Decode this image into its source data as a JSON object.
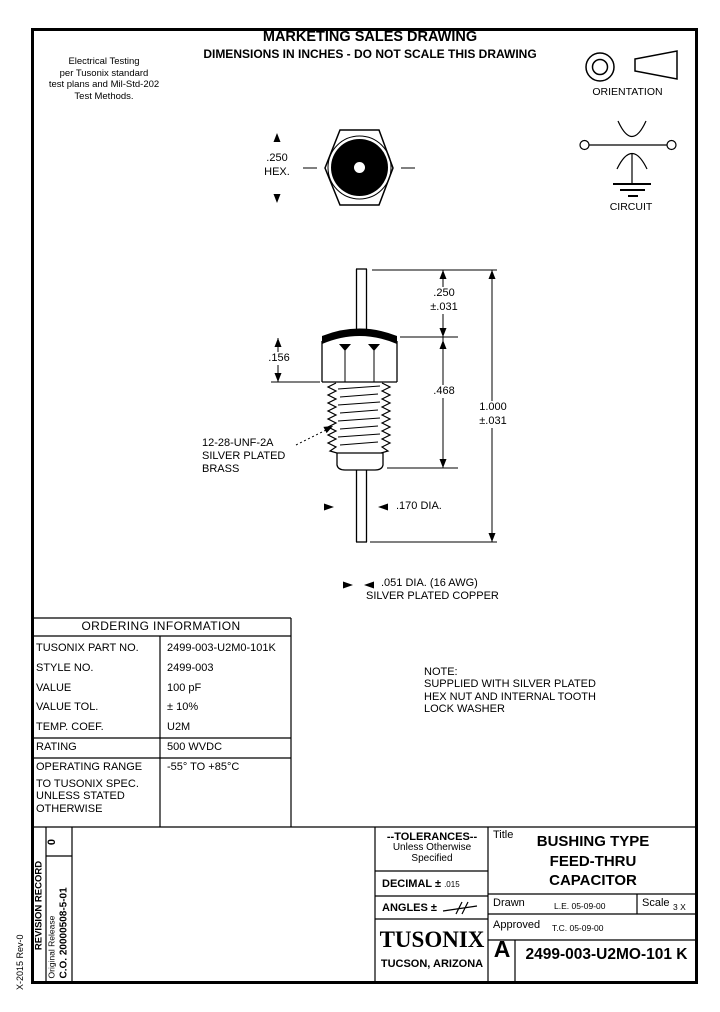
{
  "colors": {
    "ink": "#000000",
    "paper": "#ffffff"
  },
  "header": {
    "title": "MARKETING SALES DRAWING",
    "subtitle": "DIMENSIONS IN INCHES - DO NOT SCALE THIS DRAWING",
    "test_note_lines": [
      "Electrical Testing",
      "per Tusonix standard",
      "test plans and Mil-Std-202",
      "Test Methods."
    ]
  },
  "symbols": {
    "orientation_label": "ORIENTATION",
    "circuit_label": "CIRCUIT"
  },
  "hex_view": {
    "dim_line1": ".250",
    "dim_line2": "HEX."
  },
  "side_view": {
    "top_lead_dim": ".250",
    "top_lead_tol": "±.031",
    "hex_height_dim": ".156",
    "body_dim": ".468",
    "overall_dim": "1.000",
    "overall_tol": "±.031",
    "body_dia": ".170 DIA.",
    "thread_label_lines": [
      "12-28-UNF-2A",
      "SILVER PLATED",
      "BRASS"
    ],
    "lead_dia_line1": ".051  DIA. (16 AWG)",
    "lead_dia_line2": "SILVER PLATED COPPER"
  },
  "note": {
    "lines": [
      "NOTE:",
      "SUPPLIED WITH SILVER PLATED",
      "HEX NUT AND INTERNAL TOOTH",
      "LOCK WASHER"
    ]
  },
  "ordering_table": {
    "header": "ORDERING INFORMATION",
    "rows": [
      {
        "label": "TUSONIX PART NO.",
        "value": "2499-003-U2M0-101K"
      },
      {
        "label": "STYLE NO.",
        "value": "2499-003"
      },
      {
        "label": "VALUE",
        "value": "100 pF"
      },
      {
        "label": "VALUE TOL.",
        "value": "± 10%"
      },
      {
        "label": "TEMP. COEF.",
        "value": "U2M"
      },
      {
        "label": "RATING",
        "value": "500 WVDC"
      },
      {
        "label": "OPERATING RANGE",
        "value": "-55° TO +85°C"
      }
    ],
    "footer_lines": [
      "TO TUSONIX SPEC.",
      "UNLESS STATED",
      "OTHERWISE"
    ]
  },
  "revision_record": {
    "header": "REVISION RECORD",
    "rev": "0",
    "entry_line1": "Original Release",
    "entry_line2": "C.O.  20000508-5-01"
  },
  "form_number": "X-2015 Rev-0",
  "title_block": {
    "tolerances_line1": "--TOLERANCES--",
    "tolerances_line2": "Unless Otherwise",
    "tolerances_line3": "Specified",
    "decimal_label": "DECIMAL ±",
    "decimal_value": ".015",
    "angles_label": "ANGLES ±",
    "company_logo": "TUSONIX",
    "company_city": "TUCSON, ARIZONA",
    "title_label": "Title",
    "title_line1": "BUSHING TYPE",
    "title_line2": "FEED-THRU",
    "title_line3": "CAPACITOR",
    "drawn_label": "Drawn",
    "drawn_value": "L.E. 05-09-00",
    "scale_label": "Scale",
    "scale_value": "3 X",
    "approved_label": "Approved",
    "approved_value": "T.C. 05-09-00",
    "size": "A",
    "part_number": "2499-003-U2MO-101 K"
  }
}
